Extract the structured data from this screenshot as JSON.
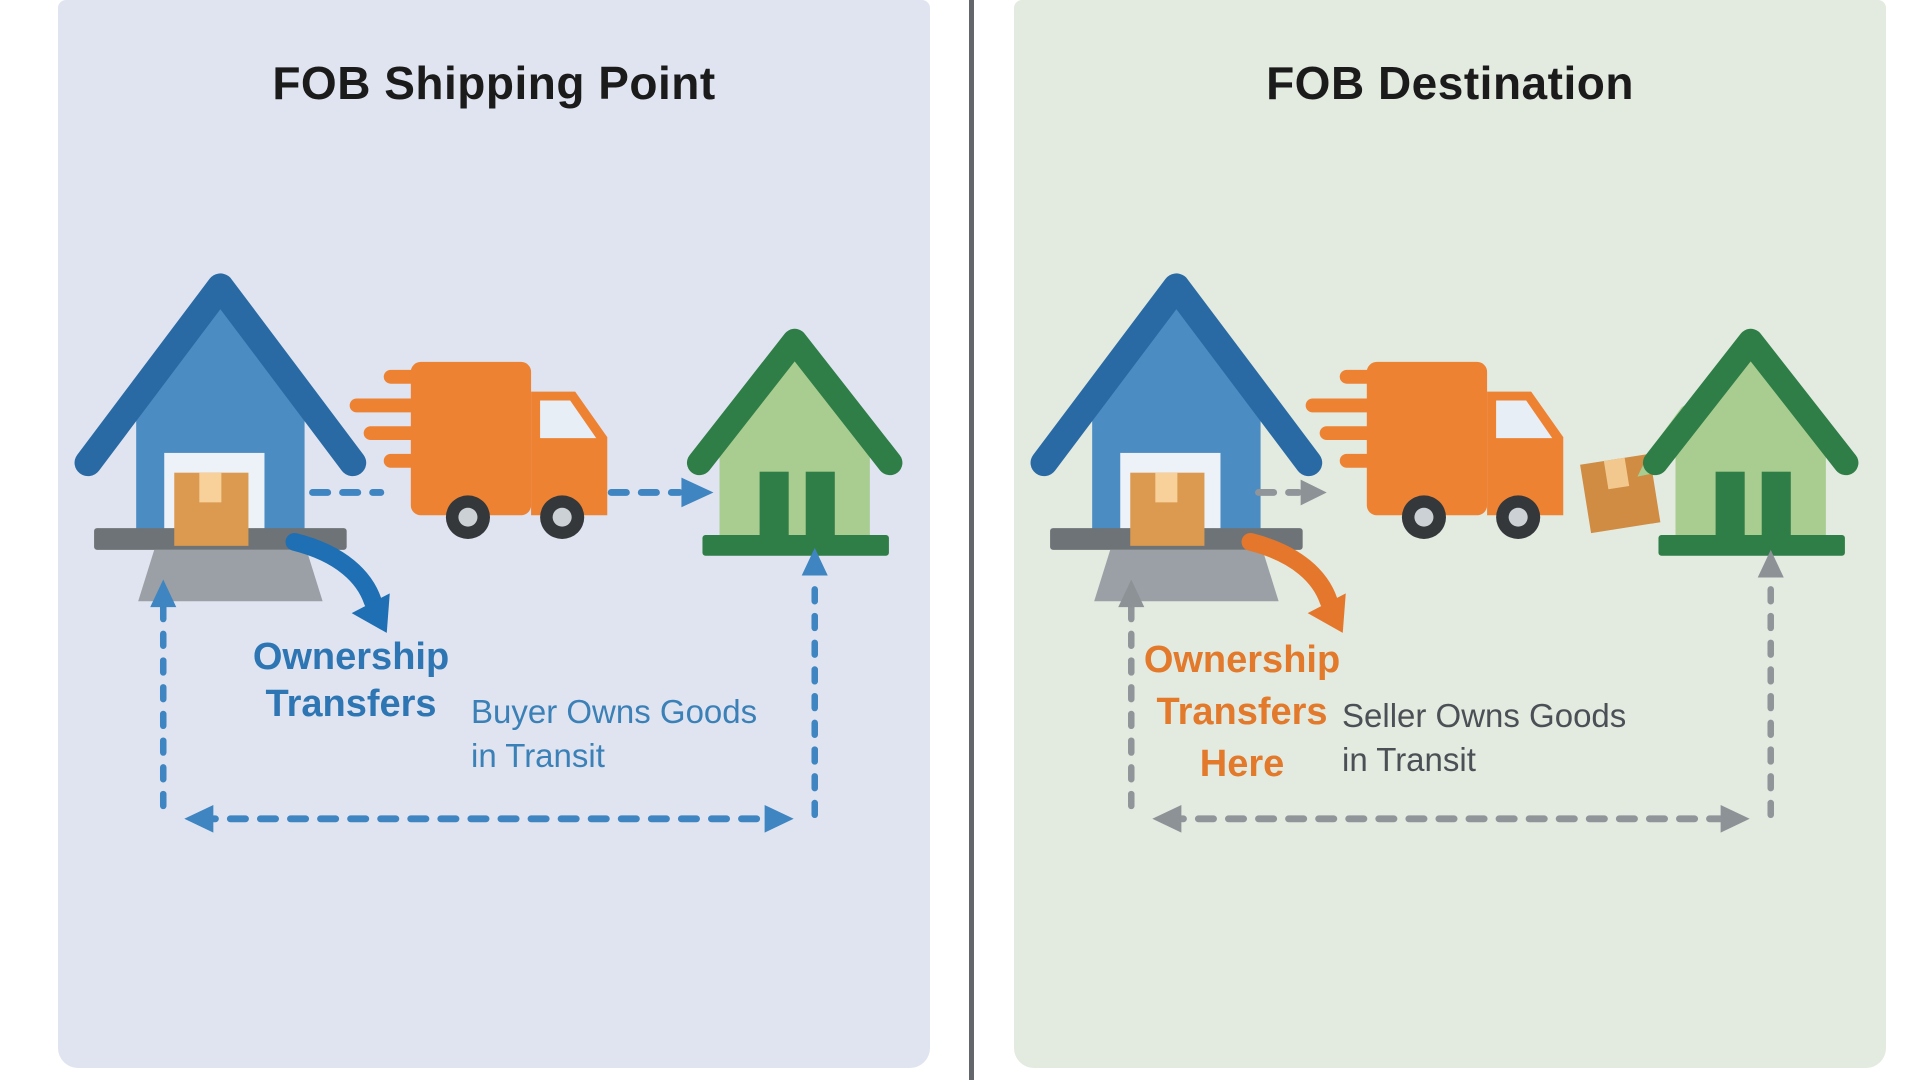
{
  "type": "infographic-diagram",
  "topic": "FOB Shipping Point vs FOB Destination ownership transfer comparison",
  "panels": {
    "left": {
      "title": "FOB Shipping Point",
      "ownership_note": [
        "Ownership",
        "Transfers"
      ],
      "transit_note": [
        "Buyer Owns Goods",
        "in Transit"
      ],
      "bg_color": "#dfe4f0",
      "accent_color": "#2d76b3",
      "route_color": "#3f85c1"
    },
    "right": {
      "title": "FOB Destination",
      "ownership_note": [
        "Ownership",
        "Transfers",
        "Here"
      ],
      "transit_note": [
        "Seller Owns Goods",
        "in Transit"
      ],
      "bg_color": "#e3eae0",
      "accent_color": "#e2792b",
      "route_color": "#8d9296"
    }
  },
  "colors": {
    "title_text": "#1b1b1b",
    "warehouse_body": "#4b8cc3",
    "warehouse_roof": "#2a6aa4",
    "doorway": "#edf1f8",
    "package": "#db9a4f",
    "package_tape": "#f7d09a",
    "tilted_package": "#cf8c42",
    "platform_gray": "#6e7377",
    "ramp_gray": "#9aa0a6",
    "truck_orange": "#ed8233",
    "wheel_dark": "#34383b",
    "wheel_hub": "#ccd1d5",
    "house_green": "#a9cd90",
    "house_roof_green": "#2f7d47",
    "divider_line": "#63676b",
    "blue_arrow": "#1e6fb3",
    "orange_arrow": "#e5772c"
  },
  "icons": {
    "warehouse": "blue house with package on loading ramp",
    "truck": "orange delivery truck with speed lines",
    "destination_house": "green house with dark roof",
    "package": "cardboard box",
    "ownership_arrow": "thick curved arrow",
    "route": "dashed line with arrowheads"
  }
}
